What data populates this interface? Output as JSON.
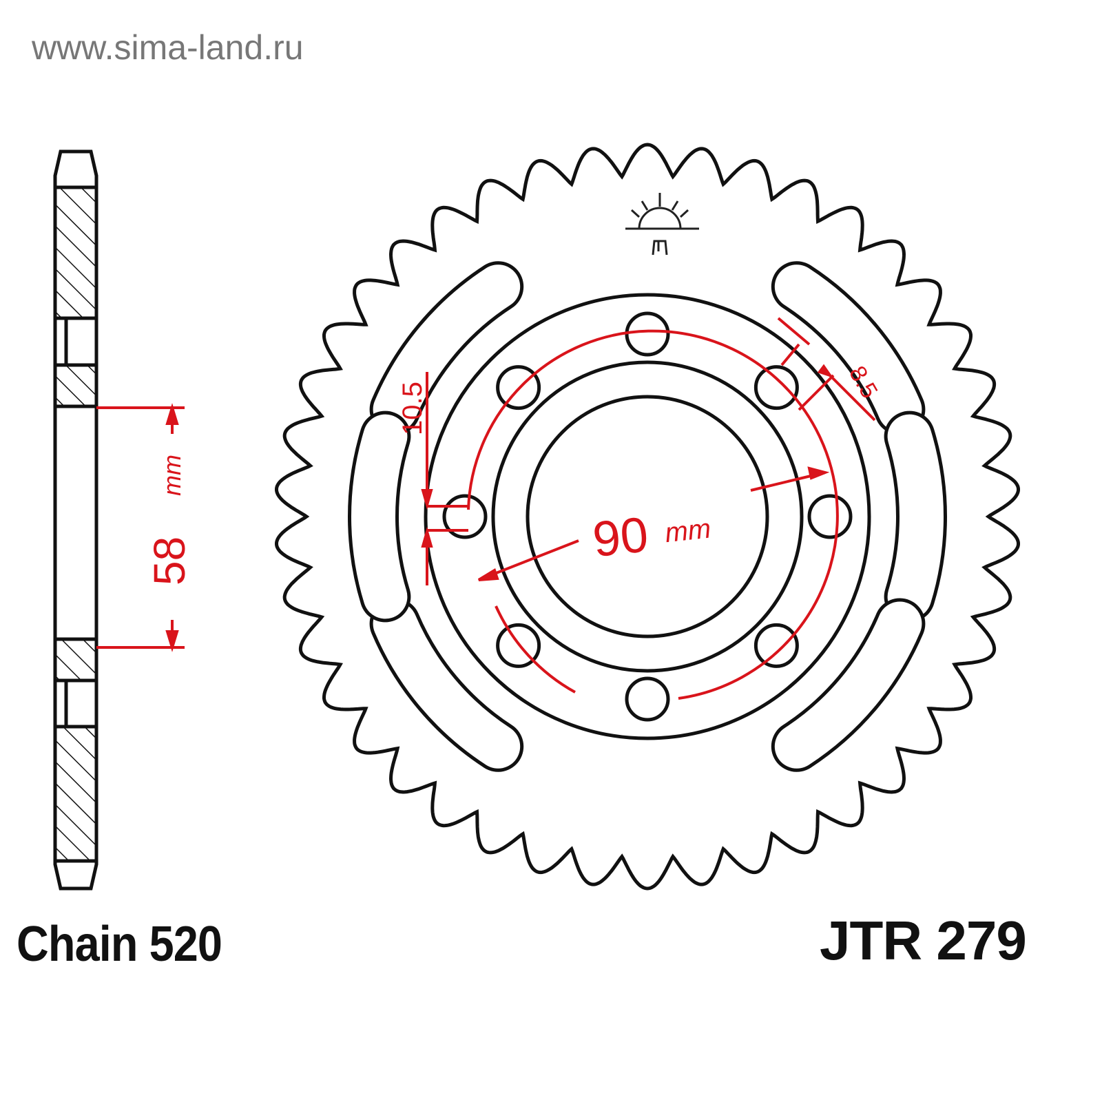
{
  "header": {
    "url": "www.sima-land.ru"
  },
  "labels": {
    "chain": "Chain 520",
    "part_number": "JTR 279"
  },
  "dimensions": {
    "hub_bore": "58",
    "hub_bore_unit": "mm",
    "pcd": "90",
    "pcd_unit": "mm",
    "bolt_hole": "10.5",
    "slot_width": "8.5"
  },
  "colors": {
    "outline": "#111111",
    "dimension": "#d9141b",
    "url": "#777777"
  }
}
